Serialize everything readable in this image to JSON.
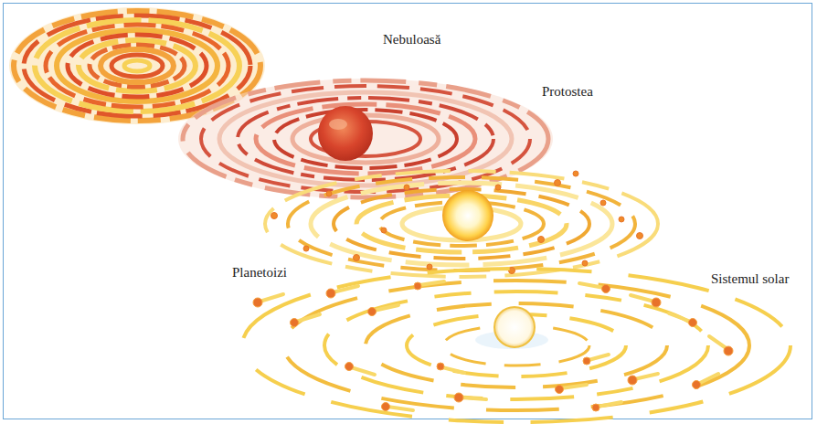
{
  "diagram": {
    "labels": [
      "Nebuloasă",
      "Protostea",
      "Planetoizi",
      "Sistemul solar"
    ]
  }
}
